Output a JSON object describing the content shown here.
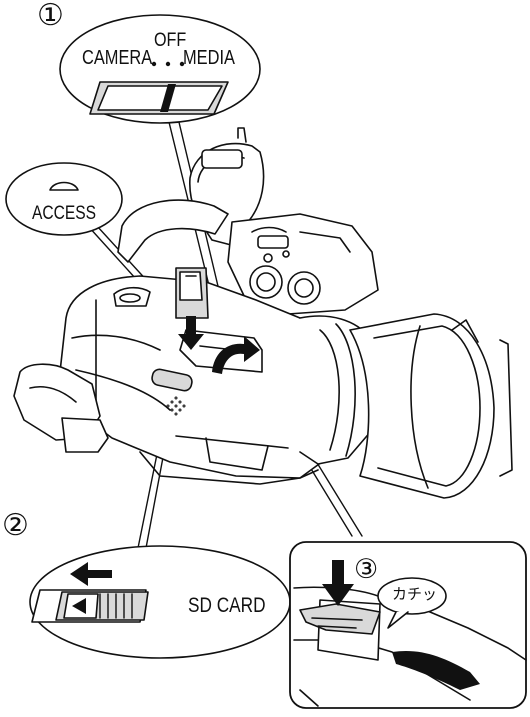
{
  "callouts": {
    "step1": {
      "number": "①",
      "left_label": "CAMERA",
      "center_label": "OFF",
      "right_label": "MEDIA"
    },
    "access": {
      "label": "ACCESS"
    },
    "step2": {
      "number": "②",
      "label": "SD CARD"
    },
    "step3": {
      "number": "③",
      "sound_label": "カチッ"
    }
  },
  "colors": {
    "outline": "#111111",
    "callout_fill": "#ffffff",
    "arrow": "#111111",
    "camera_shade": "#d9d9d9"
  }
}
